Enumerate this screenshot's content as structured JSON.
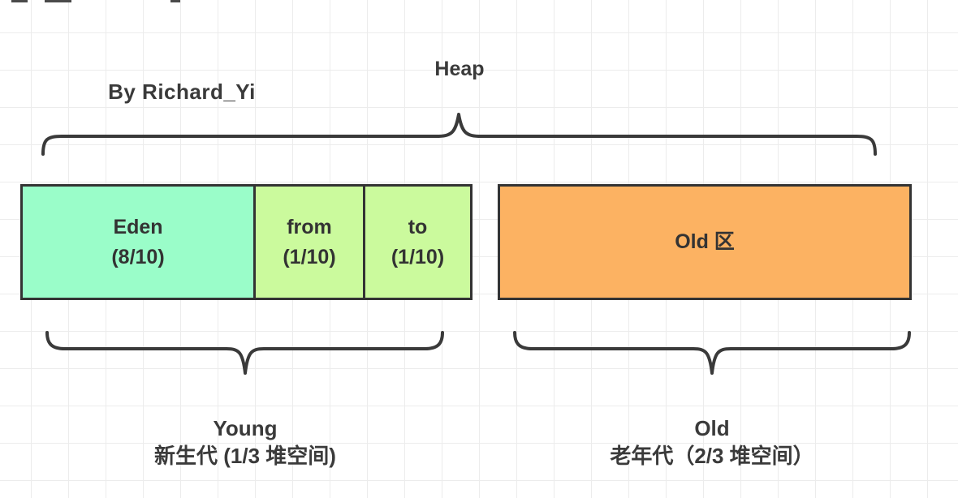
{
  "page": {
    "author_credit": "By Richard_Yi",
    "heap_label": "Heap"
  },
  "colors": {
    "background": "#FFFFFF",
    "grid_line": "#ECECEC",
    "stroke": "#3A3A3A",
    "text": "#3A3A3A",
    "border": "#333333",
    "eden_fill": "#9AFDC9",
    "survivor_fill": "#CBFA9D",
    "old_fill": "#FCB262"
  },
  "regions": {
    "eden": {
      "name": "Eden",
      "ratio": "(8/10)"
    },
    "from": {
      "name": "from",
      "ratio": "(1/10)"
    },
    "to": {
      "name": "to",
      "ratio": "(1/10)"
    },
    "old": {
      "name": "Old 区"
    }
  },
  "generations": {
    "young": {
      "name": "Young",
      "description": "新生代 (1/3 堆空间)"
    },
    "old": {
      "name": "Old",
      "description": "老年代（2/3 堆空间）"
    }
  }
}
